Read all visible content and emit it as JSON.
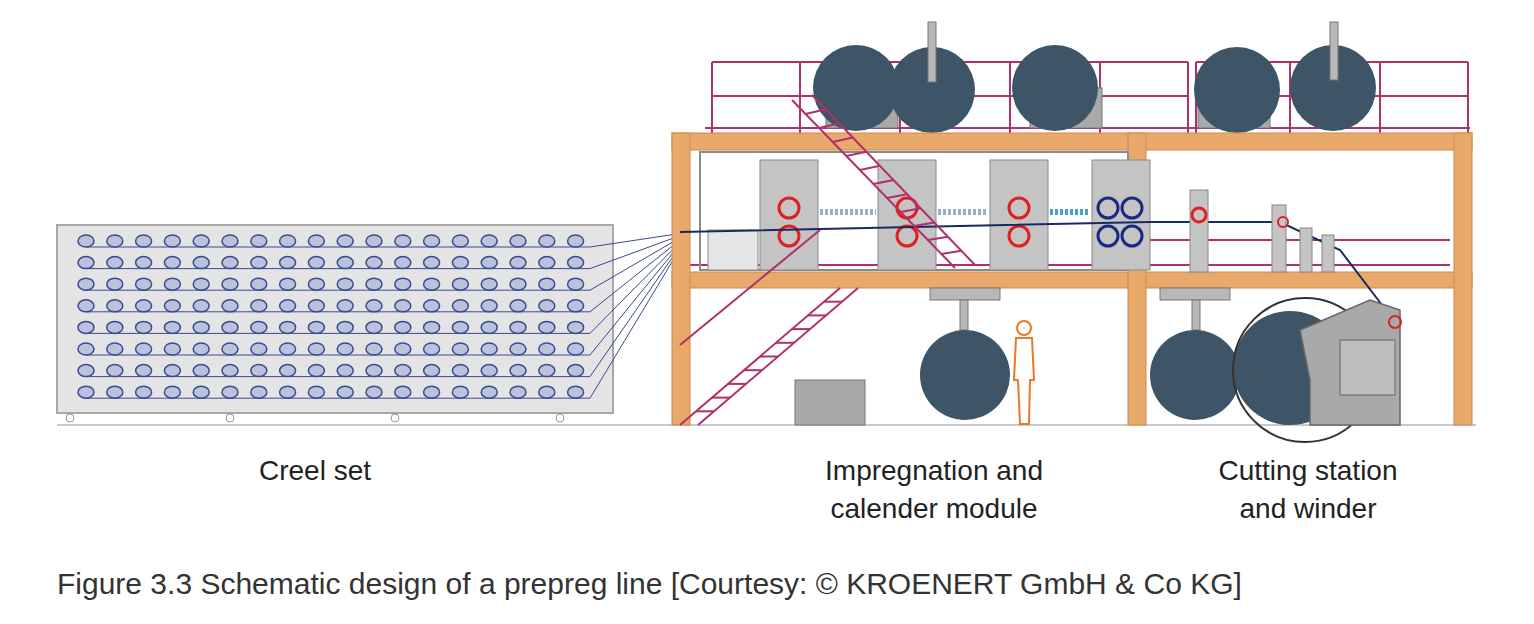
{
  "diagram": {
    "caption": "Figure 3.3 Schematic design of a prepreg line [Courtesy: © KROENERT GmbH & Co KG]",
    "labels": [
      "Creel set",
      "Impregnation and calender module",
      "Cutting station and winder"
    ]
  }
}
